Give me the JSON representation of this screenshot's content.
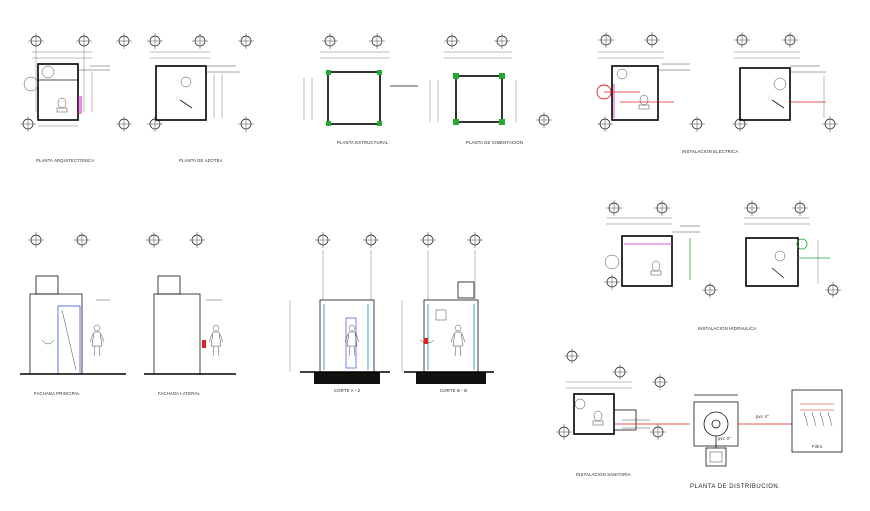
{
  "drawing": {
    "labels": {
      "planta_arquitectonica": "PLANTA ARQUITECTONICA",
      "planta_azotea": "PLANTA DE AZOTEA",
      "planta_estructural": "PLANTA ESTRUCTURAL",
      "planta_cimentacion": "PLANTA DE CIMENTACION",
      "instalacion_electrica": "INSTALACION ELECTRICA",
      "fachada_principal": "FACHADA PRINCIPAL",
      "fachada_lateral": "FACHADA LATERAL",
      "corte_a": "CORTE A - 2",
      "corte_b": "CORTE B - B",
      "instalacion_hidraulica": "INSTALACION HIDRAULICA",
      "instalacion_sanitaria": "INSTALACION SANITARIA",
      "planta_distribucion": "PLANTA DE DISTRIBUCION.",
      "filtro": "Filtro",
      "pvc_4": "pvc 4\"",
      "pvc_3": "pvc 3\""
    },
    "colors": {
      "line": "#111111",
      "structure_green": "#22aa33",
      "water_magenta": "#cc22cc",
      "drain_red": "#dd2222",
      "door_blue": "#3355dd",
      "ladder_cyan": "#33aacc"
    }
  }
}
